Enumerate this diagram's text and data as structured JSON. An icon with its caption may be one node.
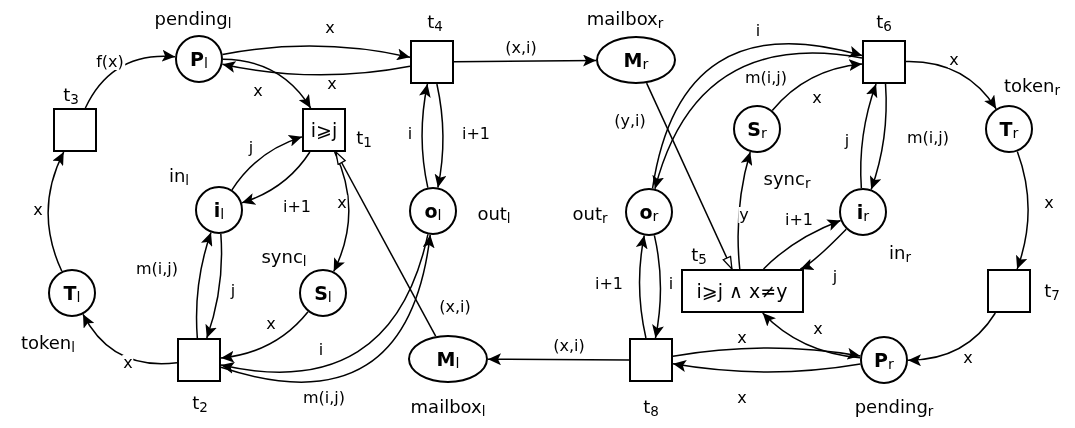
{
  "diagram": {
    "nodes": [
      {
        "text": [
          "**P**$_{l}$"
        ],
        "beside": [
          "pending$_{l}$"
        ]
      },
      {
        "text": [],
        "shape": "box",
        "beside": [
          "t$_{4}$"
        ]
      },
      {
        "text": [
          "**M**$_{r}$"
        ],
        "beside": [
          "mailbox$_{r}$"
        ]
      },
      {
        "text": [],
        "shape": "box",
        "beside": [
          "t$_{6}$"
        ]
      },
      {
        "text": [],
        "shape": "box",
        "beside": [
          "t$_{3}$"
        ]
      },
      {
        "text": [
          "i⩾j"
        ],
        "beside": [
          "t$_{1}$"
        ]
      },
      {
        "text": [
          "**S**$_{r}$"
        ],
        "beside": [
          "sync$_{r}$"
        ]
      },
      {
        "text": [
          "**T**$_{r}$"
        ],
        "beside": [
          "token$_{r}$"
        ]
      },
      {
        "text": [
          "**i**$_{l}$"
        ],
        "beside": [
          "in$_{l}$"
        ]
      },
      {
        "text": [
          "**o**$_{l}$"
        ],
        "beside": [
          "out$_{l}$"
        ]
      },
      {
        "text": [
          "**o**$_{r}$"
        ],
        "beside": [
          "out$_{r}$"
        ]
      },
      {
        "text": [
          "**i**$_{r}$"
        ],
        "beside": [
          "in$_{r}$"
        ]
      },
      {
        "text": [
          "i⩾j ∧ x≠y"
        ],
        "beside": [
          "t$_{5}$"
        ]
      },
      {
        "text": [],
        "shape": "box",
        "beside": [
          "t$_{7}$"
        ]
      },
      {
        "text": [
          "**T**$_{l}$"
        ],
        "beside": [
          "token$_{l}$"
        ]
      },
      {
        "text": [
          "**S**$_{l}$"
        ],
        "beside": [
          "sync$_{l}$"
        ]
      },
      {
        "text": [],
        "shape": "box",
        "beside": [
          "t$_{2}$"
        ]
      },
      {
        "text": [
          "**M**$_{l}$"
        ],
        "beside": [
          "mailbox$_{l}$"
        ]
      },
      {
        "text": [],
        "shape": "box",
        "beside": [
          "t$_{8}$"
        ]
      },
      {
        "text": [
          "**P**$_{r}$"
        ],
        "beside": [
          "pending$_{r}$"
        ]
      }
    ],
    "edges": [
      {
        "from": 4,
        "to": 0,
        "arrow": "to",
        "label": "f(x)"
      },
      {
        "from": 0,
        "to": 1,
        "arrow": "to",
        "label": "x"
      },
      {
        "from": 1,
        "to": 0,
        "arrow": "to",
        "label": "x"
      },
      {
        "from": 0,
        "to": 5,
        "arrow": "to",
        "label": "x"
      },
      {
        "from": 8,
        "to": 5,
        "arrow": "to",
        "label": "j"
      },
      {
        "from": 5,
        "to": 8,
        "arrow": "to",
        "label": "i+1"
      },
      {
        "from": 5,
        "to": 15,
        "arrow": "to",
        "label": "x"
      },
      {
        "from": 16,
        "to": 8,
        "arrow": "to",
        "label": "m(i,j)"
      },
      {
        "from": 8,
        "to": 16,
        "arrow": "to",
        "label": "j"
      },
      {
        "from": 15,
        "to": 16,
        "arrow": "to",
        "label": "x"
      },
      {
        "from": 16,
        "to": 14,
        "arrow": "to",
        "label": "x"
      },
      {
        "from": 14,
        "to": 4,
        "arrow": "to",
        "label": "x"
      },
      {
        "from": 9,
        "to": 1,
        "arrow": "to",
        "label": "i"
      },
      {
        "from": 1,
        "to": 9,
        "arrow": "to",
        "label": "i+1"
      },
      {
        "from": 1,
        "to": 2,
        "arrow": "to",
        "label": "(x,i)"
      },
      {
        "from": 17,
        "to": 5,
        "arrow": "to",
        "label": "(x,i)"
      },
      {
        "from": 9,
        "to": 16,
        "arrow": "to",
        "label": "i"
      },
      {
        "from": 16,
        "to": 9,
        "arrow": "to",
        "label": "m(i,j)"
      },
      {
        "from": 10,
        "to": 3,
        "arrow": "to",
        "label": "i"
      },
      {
        "from": 3,
        "to": 10,
        "arrow": "to",
        "label": "m(i,j)"
      },
      {
        "from": 6,
        "to": 3,
        "arrow": "to",
        "label": "x"
      },
      {
        "from": 11,
        "to": 3,
        "arrow": "to",
        "label": "j"
      },
      {
        "from": 3,
        "to": 11,
        "arrow": "to",
        "label": "m(i,j)"
      },
      {
        "from": 3,
        "to": 7,
        "arrow": "to",
        "label": "x"
      },
      {
        "from": 7,
        "to": 13,
        "arrow": "to",
        "label": "x"
      },
      {
        "from": 13,
        "to": 19,
        "arrow": "to",
        "label": "x"
      },
      {
        "from": 19,
        "to": 12,
        "arrow": "to",
        "label": "x"
      },
      {
        "from": 12,
        "to": 6,
        "arrow": "to",
        "label": "y"
      },
      {
        "from": 11,
        "to": 12,
        "arrow": "to",
        "label": "j"
      },
      {
        "from": 12,
        "to": 11,
        "arrow": "to",
        "label": "i+1"
      },
      {
        "from": 2,
        "to": 12,
        "arrow": "to",
        "label": "(y,i)"
      },
      {
        "from": 18,
        "to": 19,
        "arrow": "to",
        "label": "x"
      },
      {
        "from": 19,
        "to": 18,
        "arrow": "to",
        "label": "x"
      },
      {
        "from": 18,
        "to": 10,
        "arrow": "to",
        "label": "i+1"
      },
      {
        "from": 10,
        "to": 18,
        "arrow": "to",
        "label": "i"
      },
      {
        "from": 18,
        "to": 17,
        "arrow": "to",
        "label": "(x,i)"
      }
    ]
  }
}
